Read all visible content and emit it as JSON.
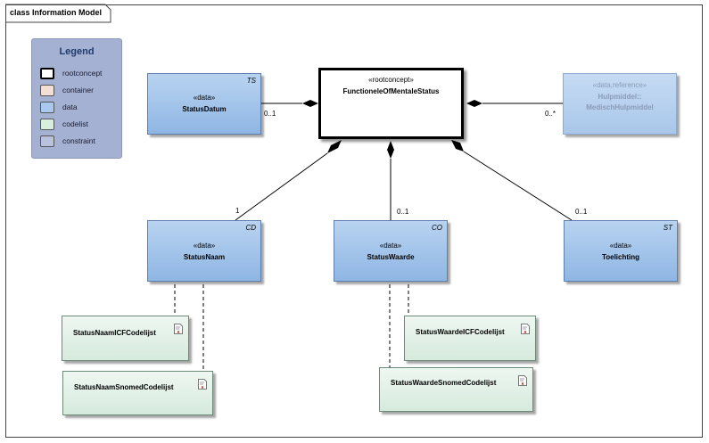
{
  "diagram": {
    "frame_title": "class Information Model",
    "legend": {
      "title": "Legend",
      "items": [
        {
          "label": "rootconcept",
          "color": "#ffffff"
        },
        {
          "label": "container",
          "color": "#f3dfd4"
        },
        {
          "label": "data",
          "color": "#a9c9ee"
        },
        {
          "label": "codelist",
          "color": "#d8efe0"
        },
        {
          "label": "constraint",
          "color": "#b8c2dc"
        }
      ]
    },
    "root": {
      "stereotype": "«rootconcept»",
      "name": "FunctioneleOfMentaleStatus"
    },
    "classes": {
      "status_datum": {
        "stereotype": "«data»",
        "name": "StatusDatum",
        "type": "TS"
      },
      "hulpmiddel": {
        "stereotype": "«data,reference»",
        "name_line1": "Hulpmiddel::",
        "name_line2": "MedischHulpmiddel"
      },
      "status_naam": {
        "stereotype": "«data»",
        "name": "StatusNaam",
        "type": "CD"
      },
      "status_waarde": {
        "stereotype": "«data»",
        "name": "StatusWaarde",
        "type": "CO"
      },
      "toelichting": {
        "stereotype": "«data»",
        "name": "Toelichting",
        "type": "ST"
      }
    },
    "codelists": {
      "naam_icf": "StatusNaamICFCodelijst",
      "naam_snomed": "StatusNaamSnomedCodelijst",
      "waarde_icf": "StatusWaardeICFCodelijst",
      "waarde_snomed": "StatusWaardeSnomedCodelijst"
    },
    "multiplicities": {
      "status_datum": "0..1",
      "hulpmiddel": "0..*",
      "status_naam": "1",
      "status_waarde": "0..1",
      "toelichting": "0..1"
    }
  }
}
